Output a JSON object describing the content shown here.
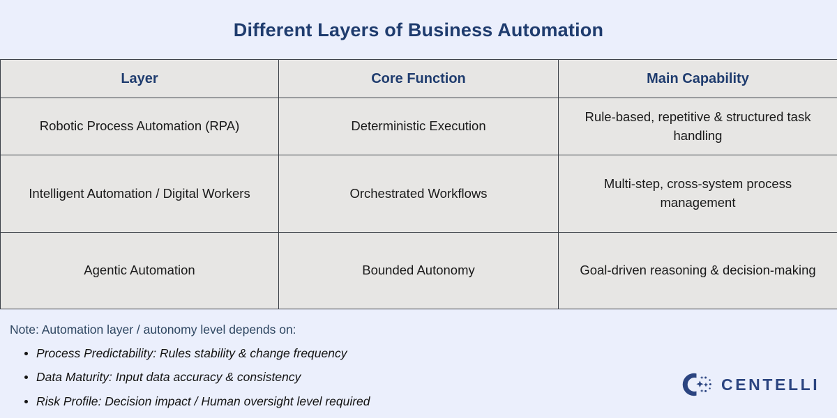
{
  "page": {
    "title": "Different Layers of Business Automation",
    "background_color": "#ebeffc",
    "accent_color": "#1f3c6e",
    "table_fill_color": "#e7e6e4",
    "border_color": "#3a3f46"
  },
  "table": {
    "headers": [
      "Layer",
      "Core Function",
      "Main Capability"
    ],
    "rows": [
      {
        "layer": "Robotic Process Automation (RPA)",
        "core_function": "Deterministic Execution",
        "main_capability": "Rule-based, repetitive & structured task handling"
      },
      {
        "layer": "Intelligent Automation / Digital Workers",
        "core_function": "Orchestrated Workflows",
        "main_capability": "Multi-step, cross-system process management"
      },
      {
        "layer": "Agentic Automation",
        "core_function": "Bounded Autonomy",
        "main_capability": "Goal-driven reasoning & decision-making"
      }
    ]
  },
  "notes": {
    "heading": "Note: Automation layer / autonomy level depends on:",
    "items": [
      "Process Predictability: Rules stability & change frequency",
      "Data Maturity: Input data accuracy & consistency",
      "Risk Profile: Decision impact / Human oversight level required"
    ]
  },
  "logo": {
    "wordmark": "CENTELLI",
    "color": "#2b4480"
  }
}
